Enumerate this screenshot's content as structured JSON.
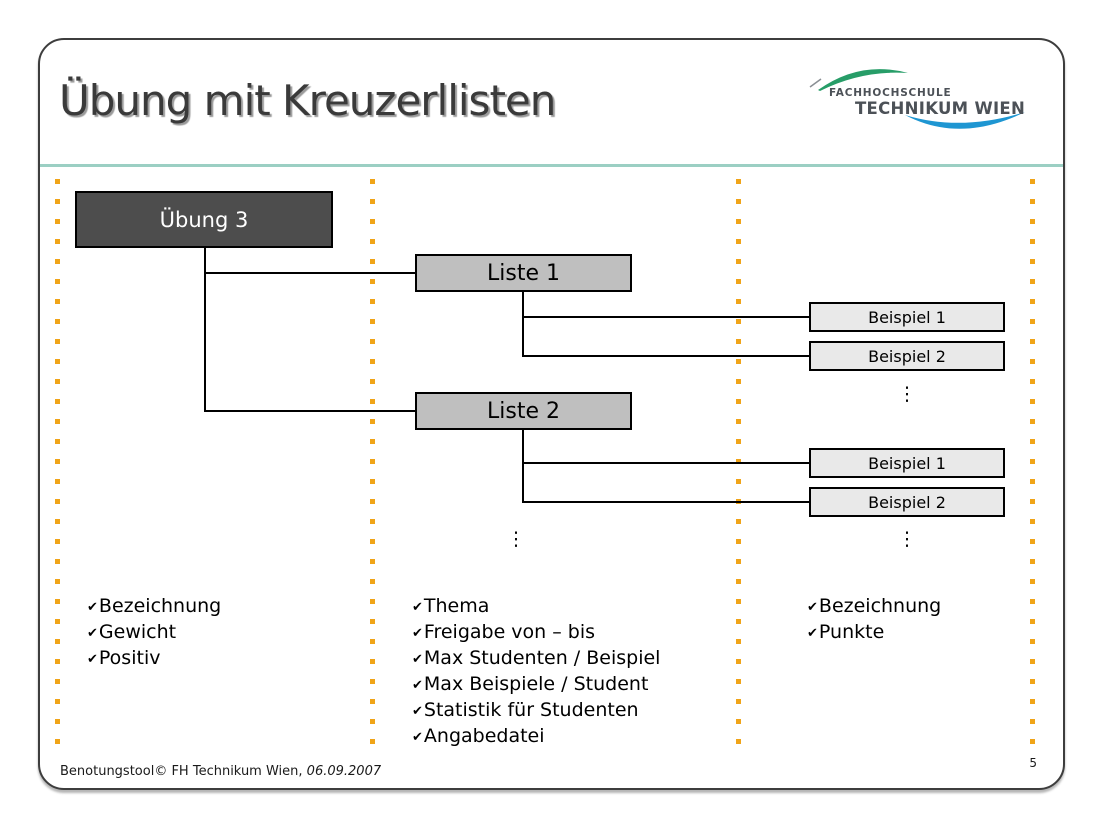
{
  "slide": {
    "title": "Übung mit Kreuzerllisten",
    "page_number": "5",
    "footer_text": "Benotungstool© FH Technikum  Wien,",
    "footer_date": "06.09.2007"
  },
  "logo": {
    "line1": "FACHHOCHSCHULE",
    "line2": "TECHNIKUM WIEN",
    "green": "#279d68",
    "blue": "#1e96d2",
    "text_color": "#4c5157"
  },
  "diagram": {
    "root_label": "Übung 3",
    "list1_label": "Liste 1",
    "list2_label": "Liste 2",
    "list1_examples": [
      "Beispiel 1",
      "Beispiel 2"
    ],
    "list2_examples": [
      "Beispiel 1",
      "Beispiel 2"
    ],
    "ellipsis": "⋮"
  },
  "icons": {
    "check": "✔"
  },
  "checklists": {
    "uebung": [
      "Bezeichnung",
      "Gewicht",
      "Positiv"
    ],
    "liste": [
      "Thema",
      "Freigabe von – bis",
      "Max Studenten / Beispiel",
      "Max Beispiele / Student",
      "Statistik für Studenten",
      "Angabedatei"
    ],
    "beispiel": [
      "Bezeichnung",
      "Punkte"
    ]
  },
  "colors": {
    "accent_dots": "#f0a418",
    "header_divider": "#9bcfc3",
    "root_box_fill": "#4d4d4d",
    "list_box_fill": "#bfbfbf",
    "example_box_fill": "#e9e9e9"
  }
}
